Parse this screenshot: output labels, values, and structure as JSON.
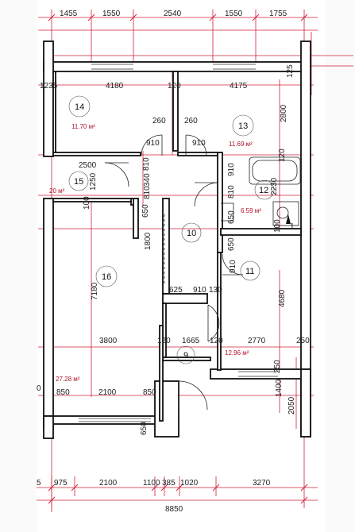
{
  "top_dimensions": [
    "1455",
    "1550",
    "2540",
    "1550",
    "1755"
  ],
  "bottom_dimensions": [
    "5",
    "975",
    "2100",
    "1100",
    "385",
    "1020",
    "3270"
  ],
  "total_width": "8850",
  "rooms": [
    {
      "number": "14",
      "area": "11.70 м²"
    },
    {
      "number": "13",
      "area": "11.69 м²"
    },
    {
      "number": "15",
      "area": "20 м²"
    },
    {
      "number": "12",
      "area": "6.59 м²"
    },
    {
      "number": "10",
      "area": ""
    },
    {
      "number": "16",
      "area": "27.28 м²"
    },
    {
      "number": "11",
      "area": "12.96 м²"
    },
    {
      "number": "9",
      "area": ""
    }
  ],
  "interior_dimensions": {
    "d4180": "4180",
    "d120a": "120",
    "d4175": "4175",
    "d1235": "1235",
    "d125": "125",
    "d260a": "260",
    "d260b": "260",
    "d910a": "910",
    "d910b": "910",
    "d2800": "2800",
    "d2500": "2500",
    "d1250": "1250",
    "d810a": "810",
    "d340": "340",
    "d810b": "810",
    "d120b": "120",
    "d100a": "100",
    "d910c": "910",
    "d2230": "2230",
    "d650a": "650",
    "d810c": "810",
    "d650b": "650",
    "d100b": "100",
    "d650c": "650",
    "d910d": "910",
    "d1800": "1800",
    "d7180": "7180",
    "d625": "625",
    "d910e": "910",
    "d130": "130",
    "d4680": "4680",
    "d3800": "3800",
    "d120c": "120",
    "d1665": "1665",
    "d120d": "120",
    "d2770": "2770",
    "d250a": "250",
    "d0": "0",
    "d850a": "850",
    "d2100": "2100",
    "d850b": "850",
    "d1400": "1400",
    "d250b": "250",
    "d2050": "2050",
    "d650d": "650",
    "d1": "1"
  }
}
